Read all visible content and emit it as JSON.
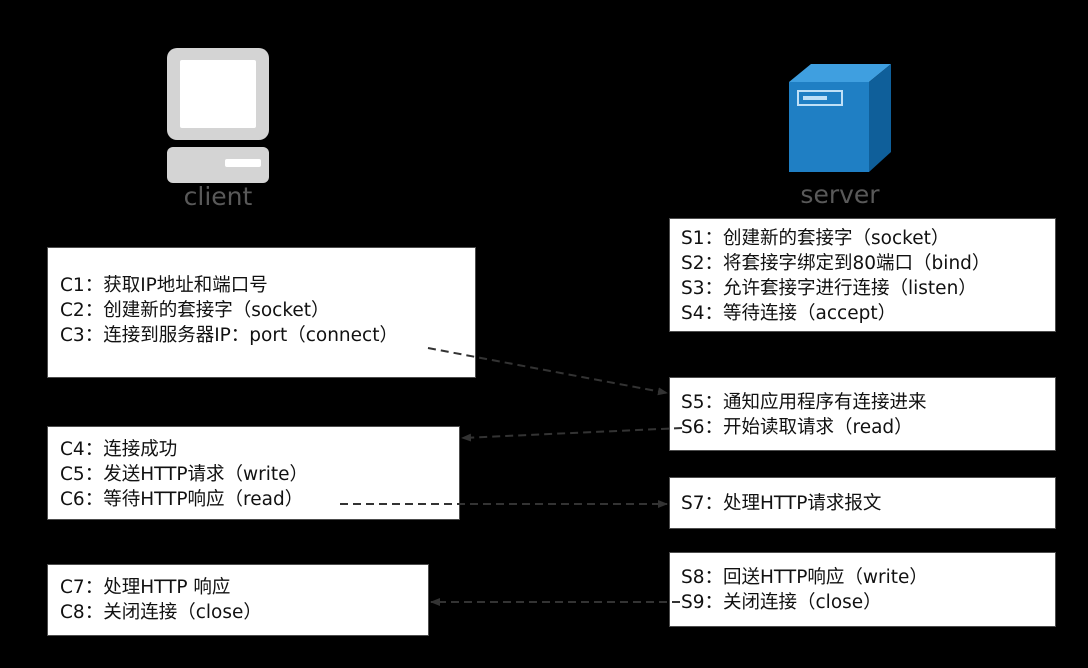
{
  "client": {
    "label": "client",
    "boxes": [
      {
        "lines": [
          "C1：获取IP地址和端口号",
          "C2：创建新的套接字（socket）",
          "C3：连接到服务器IP：port（connect）"
        ]
      },
      {
        "lines": [
          "C4：连接成功",
          "C5：发送HTTP请求（write）",
          "C6：等待HTTP响应（read）"
        ]
      },
      {
        "lines": [
          "C7：处理HTTP 响应",
          "C8：关闭连接（close）"
        ]
      }
    ]
  },
  "server": {
    "label": "server",
    "boxes": [
      {
        "lines": [
          "S1：创建新的套接字（socket）",
          "S2：将套接字绑定到80端口（bind）",
          "S3：允许套接字进行连接（listen）",
          "S4：等待连接（accept）"
        ]
      },
      {
        "lines": [
          "S5：通知应用程序有连接进来",
          "S6：开始读取请求（read）"
        ]
      },
      {
        "lines": [
          "S7：处理HTTP请求报文"
        ]
      },
      {
        "lines": [
          "S8：回送HTTP响应（write）",
          "S9：关闭连接（close）"
        ]
      }
    ]
  },
  "colors": {
    "background": "#000000",
    "box_fill": "#ffffff",
    "text": "#111111",
    "caption": "#595959",
    "arrow": "#333333",
    "client_icon": "#d4d4d4",
    "server_front": "#1f7fc4",
    "server_side": "#0f5f9a",
    "server_top": "#3f9fe0"
  },
  "icons": {
    "client": "desktop-computer-icon",
    "server": "server-tower-icon"
  }
}
